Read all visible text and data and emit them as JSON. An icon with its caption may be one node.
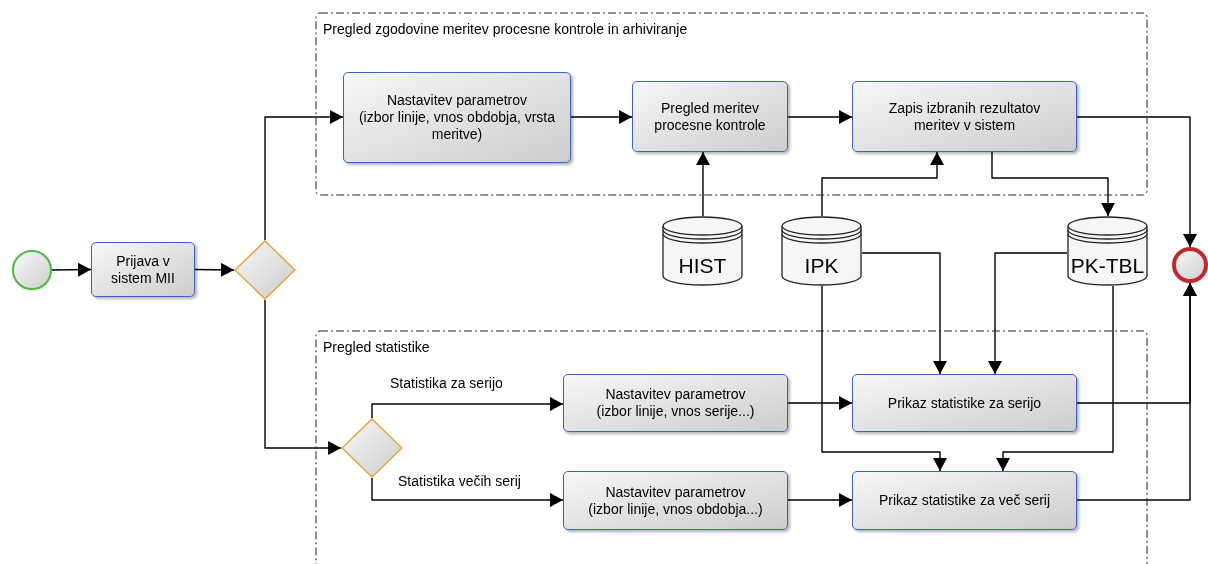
{
  "diagram": {
    "nodes": [
      {
        "text": [],
        "shape": "circle"
      },
      {
        "text": [
          "Prijava v sistem MII"
        ]
      },
      {
        "text": [],
        "shape": "diamond"
      },
      {
        "text": [
          "Pregled zgodovine meritev procesne kontrole in arhiviranje"
        ]
      },
      {
        "text": [
          "Nastavitev parametrov (izbor linije, vnos obdobja, vrsta meritve)"
        ],
        "in": 3
      },
      {
        "text": [
          "Pregled meritev procesne kontrole"
        ],
        "in": 3
      },
      {
        "text": [
          "Zapis izbranih rezultatov meritev v sistem"
        ],
        "in": 3
      },
      {
        "text": [
          "HIST"
        ]
      },
      {
        "text": [
          "IPK"
        ]
      },
      {
        "text": [
          "PK-TBL"
        ]
      },
      {
        "text": [],
        "shape": "circle"
      },
      {
        "text": [
          "Pregled statistike"
        ]
      },
      {
        "text": [],
        "shape": "diamond",
        "in": 11
      },
      {
        "text": [
          "Nastavitev parametrov (izbor linije, vnos serije...)"
        ],
        "in": 11
      },
      {
        "text": [
          "Prikaz statistike za serijo"
        ],
        "in": 11
      },
      {
        "text": [
          "Nastavitev parametrov (izbor linije, vnos obdobja...)"
        ],
        "in": 11
      },
      {
        "text": [
          "Prikaz statistike za več serij"
        ],
        "in": 11
      }
    ],
    "edges": [
      {
        "from": 0,
        "to": 1,
        "arrow": "to"
      },
      {
        "from": 1,
        "to": 2,
        "arrow": "to"
      },
      {
        "from": 2,
        "to": 4,
        "arrow": "to"
      },
      {
        "from": 2,
        "to": 12,
        "arrow": "to"
      },
      {
        "from": 4,
        "to": 5,
        "arrow": "to"
      },
      {
        "from": 5,
        "to": 6,
        "arrow": "to"
      },
      {
        "from": 7,
        "to": 5,
        "arrow": "to"
      },
      {
        "from": 8,
        "to": 6,
        "arrow": "to"
      },
      {
        "from": 6,
        "to": 9,
        "arrow": "to"
      },
      {
        "from": 6,
        "to": 10,
        "arrow": "to"
      },
      {
        "from": 8,
        "to": 14,
        "arrow": "to"
      },
      {
        "from": 9,
        "to": 14,
        "arrow": "to"
      },
      {
        "from": 8,
        "to": 16,
        "arrow": "to"
      },
      {
        "from": 9,
        "to": 16,
        "arrow": "to"
      },
      {
        "from": 12,
        "to": 13,
        "arrow": "to",
        "label": "Statistika za serijo"
      },
      {
        "from": 12,
        "to": 15,
        "arrow": "to",
        "label": "Statistika večih serij"
      },
      {
        "from": 13,
        "to": 14,
        "arrow": "to"
      },
      {
        "from": 15,
        "to": 16,
        "arrow": "to"
      },
      {
        "from": 14,
        "to": 10,
        "arrow": "to"
      },
      {
        "from": 16,
        "to": 10,
        "arrow": "to"
      }
    ]
  }
}
